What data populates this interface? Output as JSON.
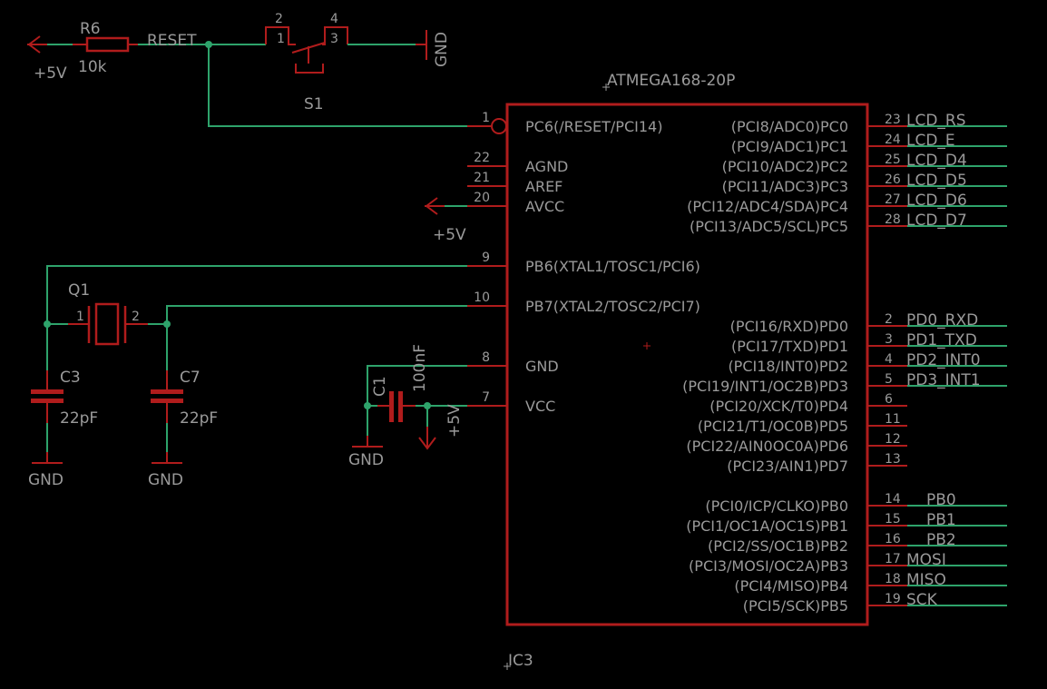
{
  "ic": {
    "name": "IC3",
    "value": "ATMEGA168-20P",
    "left_pins": [
      {
        "num": "1",
        "name": "PC6(/RESET/PCI14)"
      },
      {
        "num": "22",
        "name": "AGND"
      },
      {
        "num": "21",
        "name": "AREF"
      },
      {
        "num": "20",
        "name": "AVCC"
      },
      {
        "num": "9",
        "name": "PB6(XTAL1/TOSC1/PCI6)"
      },
      {
        "num": "10",
        "name": "PB7(XTAL2/TOSC2/PCI7)"
      },
      {
        "num": "8",
        "name": "GND"
      },
      {
        "num": "7",
        "name": "VCC"
      }
    ],
    "right_pins": [
      {
        "num": "23",
        "name": "(PCI8/ADC0)PC0",
        "net": "LCD_RS"
      },
      {
        "num": "24",
        "name": "(PCI9/ADC1)PC1",
        "net": "LCD_E"
      },
      {
        "num": "25",
        "name": "(PCI10/ADC2)PC2",
        "net": "LCD_D4"
      },
      {
        "num": "26",
        "name": "(PCI11/ADC3)PC3",
        "net": "LCD_D5"
      },
      {
        "num": "27",
        "name": "(PCI12/ADC4/SDA)PC4",
        "net": "LCD_D6"
      },
      {
        "num": "28",
        "name": "(PCI13/ADC5/SCL)PC5",
        "net": "LCD_D7"
      },
      {
        "num": "2",
        "name": "(PCI16/RXD)PD0",
        "net": "PD0_RXD"
      },
      {
        "num": "3",
        "name": "(PCI17/TXD)PD1",
        "net": "PD1_TXD"
      },
      {
        "num": "4",
        "name": "(PCI18/INT0)PD2",
        "net": "PD2_INT0"
      },
      {
        "num": "5",
        "name": "(PCI19/INT1/OC2B)PD3",
        "net": "PD3_INT1"
      },
      {
        "num": "6",
        "name": "(PCI20/XCK/T0)PD4",
        "net": ""
      },
      {
        "num": "11",
        "name": "(PCI21/T1/OC0B)PD5",
        "net": ""
      },
      {
        "num": "12",
        "name": "(PCI22/AIN0OC0A)PD6",
        "net": ""
      },
      {
        "num": "13",
        "name": "(PCI23/AIN1)PD7",
        "net": ""
      },
      {
        "num": "14",
        "name": "(PCI0/ICP/CLKO)PB0",
        "net": "PB0"
      },
      {
        "num": "15",
        "name": "(PCI1/OC1A/OC1S)PB1",
        "net": "PB1"
      },
      {
        "num": "16",
        "name": "(PCI2/SS/OC1B)PB2",
        "net": "PB2"
      },
      {
        "num": "17",
        "name": "(PCI3/MOSI/OC2A)PB3",
        "net": "MOSI"
      },
      {
        "num": "18",
        "name": "(PCI4/MISO)PB4",
        "net": "MISO"
      },
      {
        "num": "19",
        "name": "(PCI5/SCK)PB5",
        "net": "SCK"
      }
    ]
  },
  "r6": {
    "name": "R6",
    "value": "10k"
  },
  "s1": {
    "name": "S1",
    "pins": [
      "1",
      "2",
      "3",
      "4"
    ]
  },
  "q1": {
    "name": "Q1",
    "pins": [
      "1",
      "2"
    ]
  },
  "c3": {
    "name": "C3",
    "value": "22pF"
  },
  "c7": {
    "name": "C7",
    "value": "22pF"
  },
  "c1": {
    "name": "C1",
    "value": "100nF"
  },
  "nets": {
    "reset": "RESET"
  },
  "supplies": {
    "vcc": "+5V",
    "gnd": "GND"
  },
  "colors": {
    "background": "#000000",
    "wire": "#2ea36b",
    "part": "#b01c1c",
    "text": "#9a9a9a"
  }
}
